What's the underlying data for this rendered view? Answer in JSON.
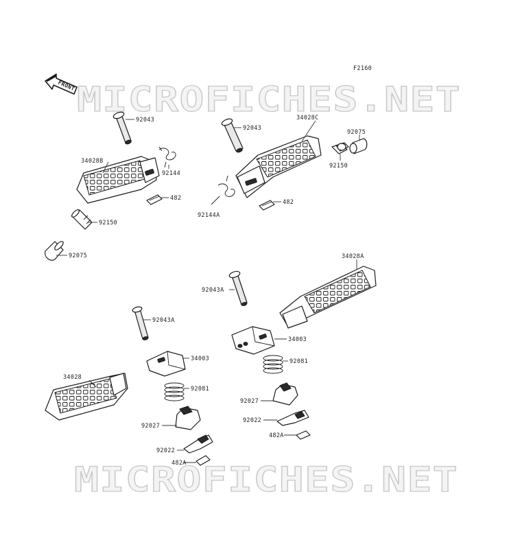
{
  "figure_code": "F2160",
  "front_label": "FRONT",
  "watermark_text": "MICROFICHES.NET",
  "labels": {
    "l1": "92043",
    "l2": "34028B",
    "l3": "92144",
    "l4": "482",
    "l5": "92150",
    "l6": "92075",
    "l7": "92043",
    "l8": "34028C",
    "l9": "92075",
    "l10": "92150",
    "l11": "92144A",
    "l12": "482",
    "l13": "34028A",
    "l14": "92043A",
    "l15": "92043A",
    "l16": "34003",
    "l17": "34003",
    "l18": "92081",
    "l19": "34028",
    "l20": "92081",
    "l21": "92027",
    "l22": "92027",
    "l23": "92022",
    "l24": "92022",
    "l25": "482A",
    "l26": "482A"
  }
}
